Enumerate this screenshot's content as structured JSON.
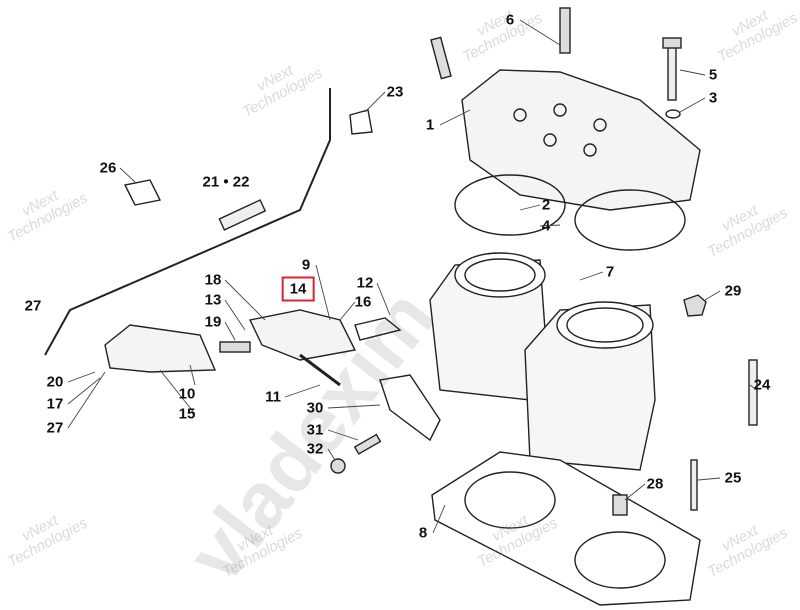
{
  "diagram": {
    "highlighted_callout": "14",
    "highlight_color": "#d9232d",
    "callouts": [
      {
        "id": "c6",
        "text": "6"
      },
      {
        "id": "c5",
        "text": "5"
      },
      {
        "id": "c3",
        "text": "3"
      },
      {
        "id": "c23",
        "text": "23"
      },
      {
        "id": "c1",
        "text": "1"
      },
      {
        "id": "c26",
        "text": "26"
      },
      {
        "id": "c2122",
        "text": "21 • 22"
      },
      {
        "id": "c2",
        "text": "2"
      },
      {
        "id": "c4",
        "text": "4"
      },
      {
        "id": "c9",
        "text": "9"
      },
      {
        "id": "c7",
        "text": "7"
      },
      {
        "id": "c18",
        "text": "18"
      },
      {
        "id": "c14",
        "text": "14"
      },
      {
        "id": "c12",
        "text": "12"
      },
      {
        "id": "c29",
        "text": "29"
      },
      {
        "id": "c13",
        "text": "13"
      },
      {
        "id": "c16",
        "text": "16"
      },
      {
        "id": "c27a",
        "text": "27"
      },
      {
        "id": "c19",
        "text": "19"
      },
      {
        "id": "c24",
        "text": "24"
      },
      {
        "id": "c20",
        "text": "20"
      },
      {
        "id": "c10",
        "text": "10"
      },
      {
        "id": "c11",
        "text": "11"
      },
      {
        "id": "c17",
        "text": "17"
      },
      {
        "id": "c15",
        "text": "15"
      },
      {
        "id": "c30",
        "text": "30"
      },
      {
        "id": "c27b",
        "text": "27"
      },
      {
        "id": "c31",
        "text": "31"
      },
      {
        "id": "c32",
        "text": "32"
      },
      {
        "id": "c25",
        "text": "25"
      },
      {
        "id": "c28",
        "text": "28"
      },
      {
        "id": "c8",
        "text": "8"
      }
    ]
  },
  "watermark": {
    "line1": "vNext",
    "line2": "Technologies",
    "big": "vladexim"
  }
}
